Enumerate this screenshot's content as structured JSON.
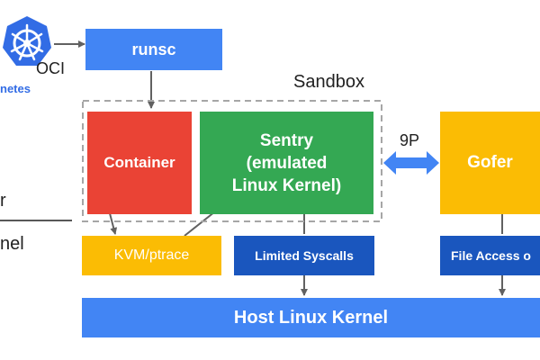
{
  "diagram": {
    "logo": {
      "text": "netes"
    },
    "labels": {
      "oci": "OCI",
      "sandbox": "Sandbox",
      "p9": "9P",
      "user_partial": "r",
      "kernel_partial": "nel"
    },
    "nodes": {
      "runsc": "runsc",
      "container": "Container",
      "sentry": "Sentry\n(emulated\nLinux Kernel)",
      "gofer": "Gofer",
      "kvm": "KVM/ptrace",
      "syscalls": "Limited Syscalls",
      "file_access": "File Access o",
      "host_kernel": "Host Linux Kernel"
    },
    "colors": {
      "blue": "#4285f4",
      "dark_blue": "#1a56be",
      "red": "#ea4335",
      "green": "#34a853",
      "yellow": "#fbbc04",
      "arrow": "#616161",
      "sandbox_border": "#a6a6a6",
      "double_arrow": "#4285f4"
    },
    "icons": [
      "kubernetes-logo-icon",
      "double-arrow-icon"
    ]
  }
}
